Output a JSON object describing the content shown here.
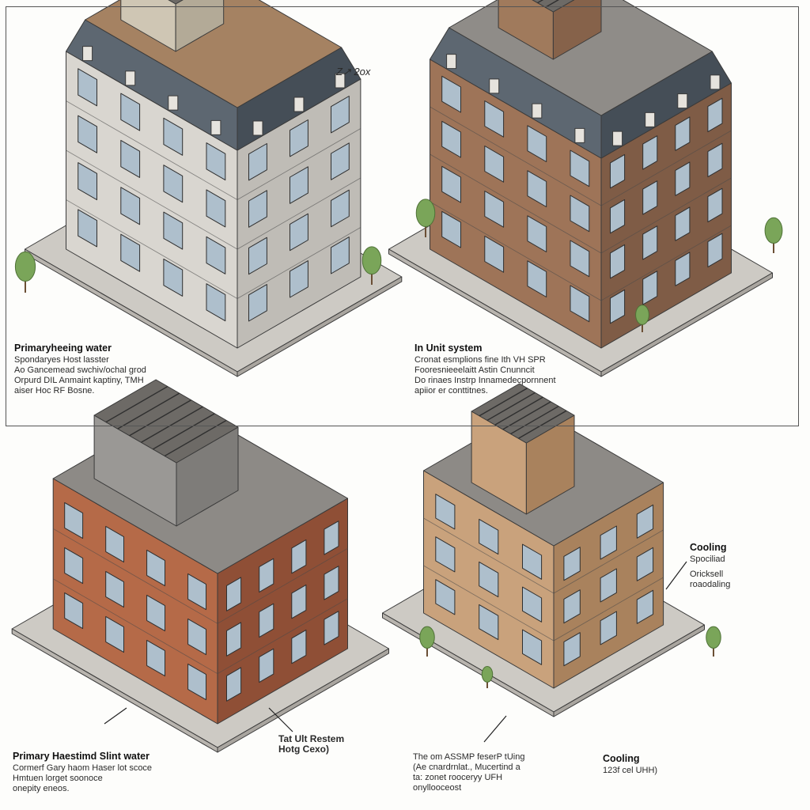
{
  "panels": [
    {
      "id": "top-left",
      "caption": {
        "title": "Primaryheeing water",
        "lines": [
          "Spondaryes Host lasster",
          "Ao Gancemead swchiv/ochal grod",
          "Orpurd DIL Anmaint kaptiny, TMH",
          "aiser Hoc RF Bosne."
        ]
      },
      "sketch_note": "Z↗ 2ox"
    },
    {
      "id": "top-right",
      "caption": {
        "title": "In Unit system",
        "lines": [
          "Cronat esmplions fine Ith VH SPR",
          "Fooresnieeelaitt Astin Cnunncit",
          "Do rinaes Instrp Innamedecpornnent",
          "apiior er conttitnes."
        ]
      }
    },
    {
      "id": "bottom-left",
      "caption": {
        "title": "Primary Haestimd Slint water",
        "lines": [
          "Cormerf Gary haom Haser lot scoce",
          "Hmtuen lorget soonoce",
          "onepity eneos."
        ]
      },
      "callout": {
        "lines": [
          "Tat Ult Restem",
          "Hotg Cexo)"
        ]
      }
    },
    {
      "id": "bottom-right",
      "caption": {
        "lines": [
          "The om ASSMP feserP tUing",
          "(Ae cnardrnlat., Mucertind a",
          "ta: zonet rooceryy UFH",
          "onyllooceost"
        ]
      },
      "callout_top": {
        "title": "Cooling",
        "lines": [
          "Spociliad",
          "Oricksell",
          "roaodaling"
        ]
      },
      "callout_bottom": {
        "title": "Cooling",
        "lines": [
          "123f cel UHH)"
        ]
      }
    }
  ],
  "colors": {
    "slate": "#5d6771",
    "slate_dark": "#454e57",
    "stucco_left": "#d9d6d0",
    "stucco_right": "#bfbcb6",
    "brick_left": "#9e7458",
    "brick_right": "#7f5c46",
    "red_brick_left": "#b56a48",
    "red_brick_right": "#8f4f36",
    "tan_left": "#c9a27c",
    "tan_right": "#a9825d",
    "roof": "#8d8a86",
    "pavement": "#cdcac4",
    "grass": "#7ea85a",
    "tree": "#7aa559",
    "window": "#aebfcc"
  }
}
